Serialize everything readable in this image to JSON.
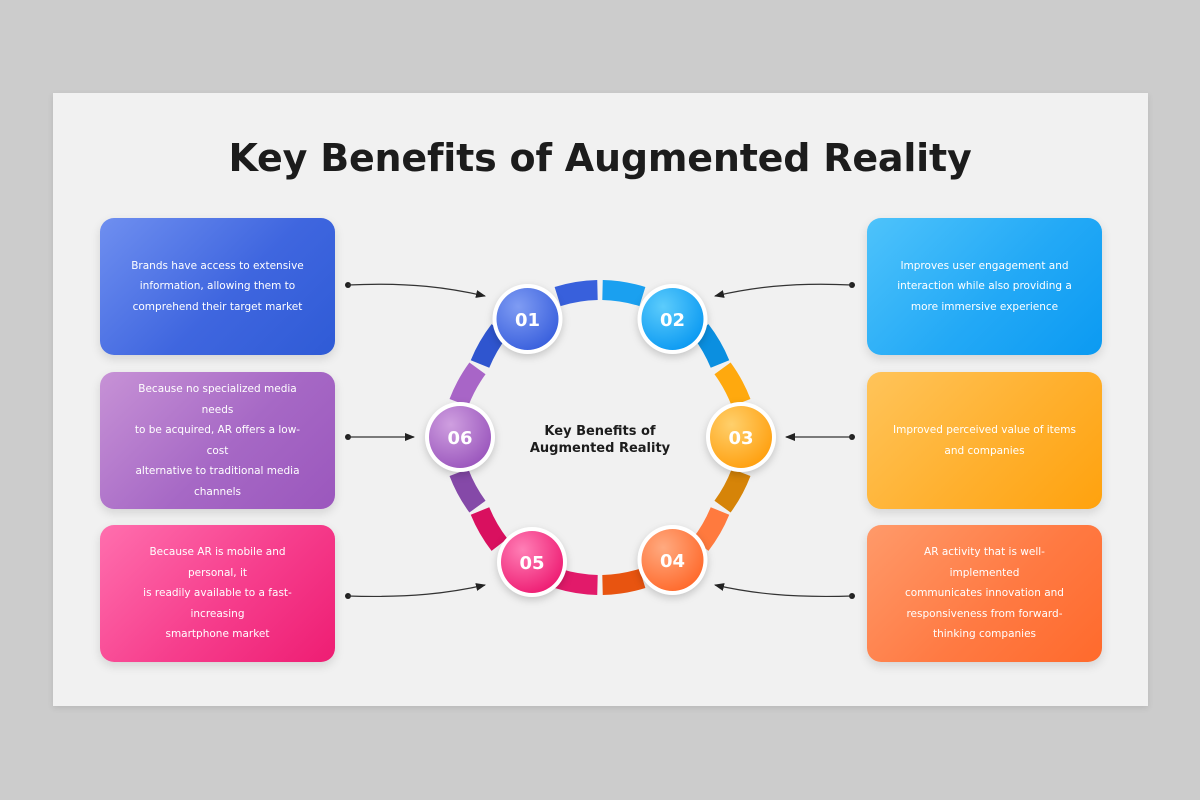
{
  "title": "Key Benefits of Augmented Reality",
  "center": {
    "line1": "Key Benefits of",
    "line2": "Augmented Reality"
  },
  "colors": {
    "blue": "#3f66df",
    "sky": "#0b9af2",
    "amber": "#ffa20e",
    "orange": "#ff6a2c",
    "pink": "#ee1d73",
    "purple": "#9b57bd"
  },
  "benefits": [
    {
      "number": "01",
      "lines": [
        "Brands have access to extensive",
        "information, allowing them to",
        "comprehend their target market"
      ]
    },
    {
      "number": "02",
      "lines": [
        "Improves user engagement and",
        "interaction while also providing a",
        "more immersive experience"
      ]
    },
    {
      "number": "03",
      "lines": [
        "Improved perceived value of items",
        "and companies"
      ]
    },
    {
      "number": "04",
      "lines": [
        "AR activity that is well-implemented",
        "communicates innovation and",
        "responsiveness from forward-",
        "thinking companies"
      ]
    },
    {
      "number": "05",
      "lines": [
        "Because AR is mobile and personal, it",
        "is readily available to a fast-increasing",
        "smartphone market"
      ]
    },
    {
      "number": "06",
      "lines": [
        "Because no specialized media needs",
        "to be acquired, AR offers a low-cost",
        "alternative to traditional media",
        "channels"
      ]
    }
  ]
}
